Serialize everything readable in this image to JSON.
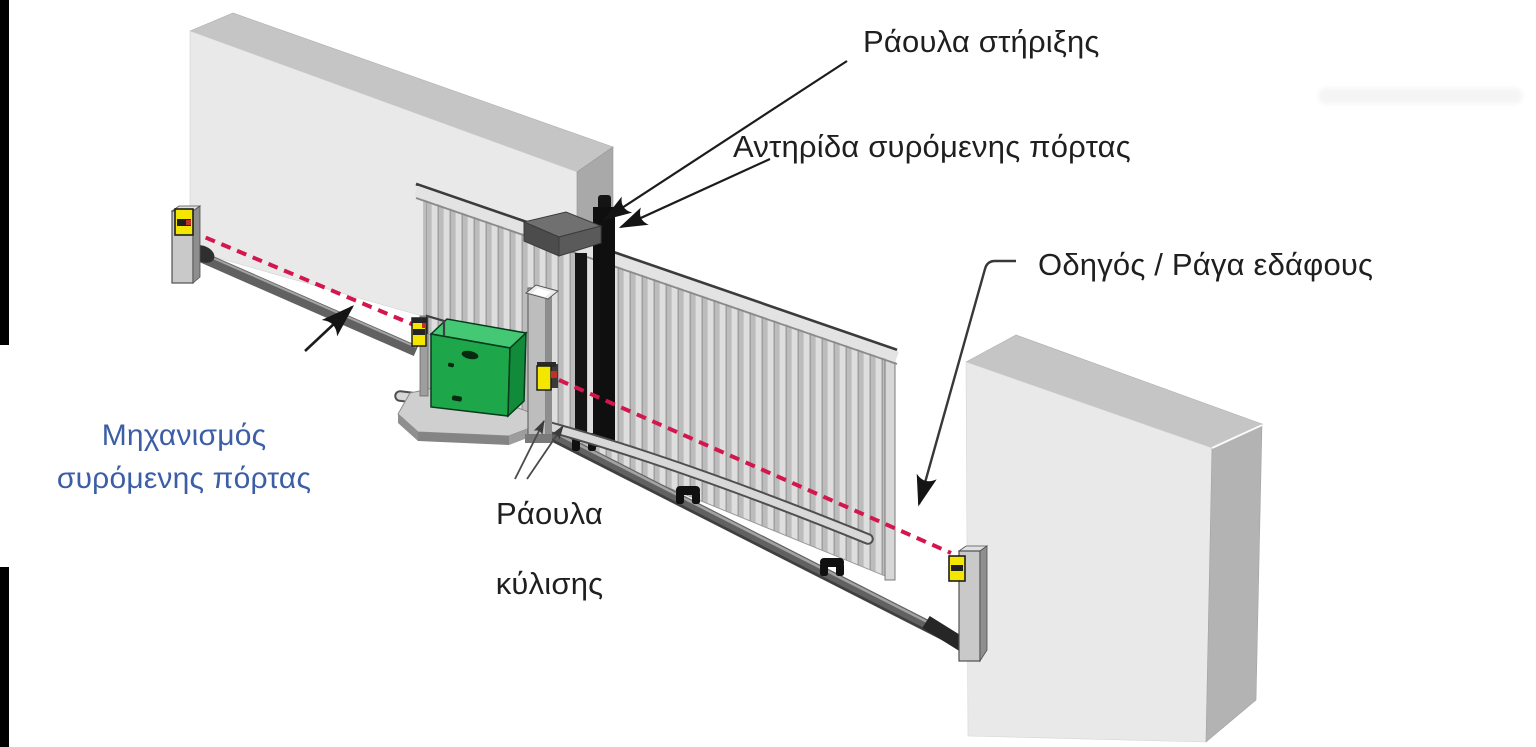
{
  "labels": {
    "support_rollers": "Ράουλα στήριξης",
    "gate_strut": "Αντηρίδα συρόμενης πόρτας",
    "ground_guide": "Οδηγός / Ράγα εδάφους",
    "mechanism_line1": "Μηχανισμός",
    "mechanism_line2": "συρόμενης πόρτας",
    "rolling_rollers_line1": "Ράουλα",
    "rolling_rollers_line2": "κύλισης"
  },
  "colors": {
    "label_text": "#1f1f1f",
    "mechanism_label_blue": "#3c5ea6",
    "beam_red": "#d4164e",
    "motor_green": "#1ea64b",
    "photocell_yellow": "#f3e600",
    "wall_front_gray": "#e9e9e9",
    "wall_top_gray": "#c5c5c5",
    "wall_side_gray": "#a9a9a9",
    "rail_gray": "#616161",
    "edge_bar_black": "#000000"
  },
  "parts": [
    "left-wall",
    "right-wall",
    "sliding-gate-panel",
    "gate-top-rail",
    "gate-strut-bar",
    "top-support-bracket",
    "gate-motor-unit",
    "motor-base-plate",
    "guide-post",
    "gear-rack",
    "ground-rail",
    "photocell-beam",
    "photocell-post-left",
    "photocell-post-right",
    "photocell-left",
    "photocell-right",
    "photocell-middle-left",
    "photocell-middle-right",
    "gate-rollers"
  ]
}
